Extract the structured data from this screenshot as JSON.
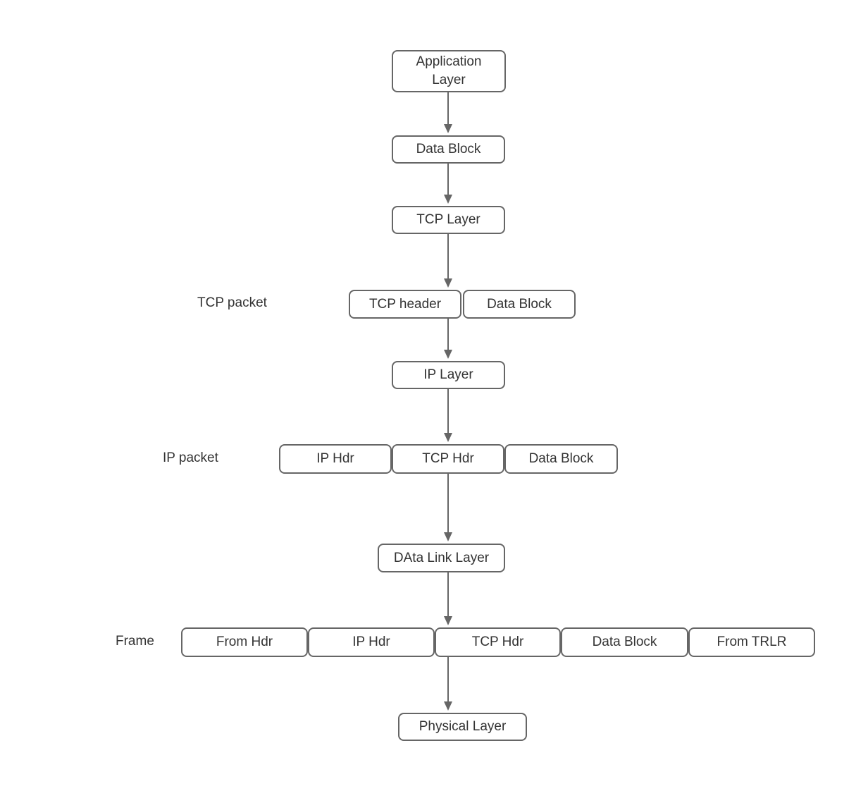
{
  "diagram": {
    "description": "TCP/IP encapsulation flow diagram",
    "colors": {
      "background": "#ffffff",
      "box_border": "#666666",
      "box_fill": "#ffffff",
      "box_text": "#333333",
      "arrow": "#666666",
      "side_label_text": "#333333"
    },
    "nodes": {
      "application_layer": "Application Layer",
      "data_block_top": "Data Block",
      "tcp_layer": "TCP Layer",
      "tcp_header": "TCP header",
      "tcp_packet_data_block": "Data Block",
      "ip_layer": "IP Layer",
      "ip_packet_ip_hdr": "IP Hdr",
      "ip_packet_tcp_hdr": "TCP Hdr",
      "ip_packet_data_block": "Data Block",
      "data_link_layer": "DAta Link Layer",
      "frame_from_hdr": "From Hdr",
      "frame_ip_hdr": "IP Hdr",
      "frame_tcp_hdr": "TCP Hdr",
      "frame_data_block": "Data Block",
      "frame_from_trlr": "From TRLR",
      "physical_layer": "Physical Layer"
    },
    "side_labels": {
      "tcp_packet": "TCP packet",
      "ip_packet": "IP packet",
      "frame": "Frame"
    }
  }
}
